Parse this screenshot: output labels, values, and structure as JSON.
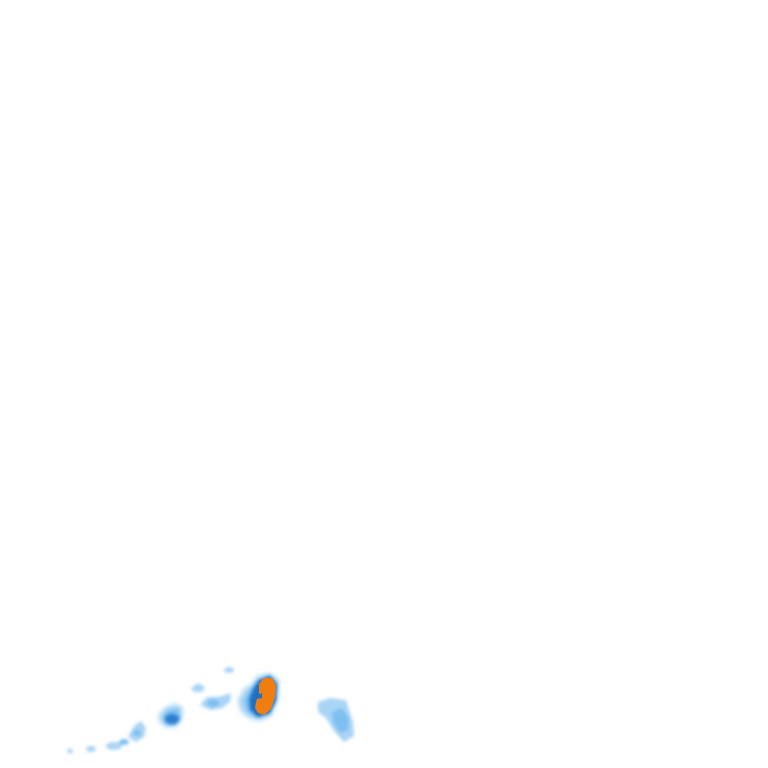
{
  "map": {
    "layer": "precipitation-radar",
    "background": "#ffffff",
    "palette": {
      "light": "#a9d4f5",
      "medium": "#7cc0f0",
      "heavy": "#3f8fdc",
      "very_heavy": "#1f6fc4",
      "extreme": "#f07d10",
      "extreme_edge": "#2a6cc0"
    },
    "cells": [
      {
        "name": "cell-tiny-west",
        "intensity": "light"
      },
      {
        "name": "cell-small-west",
        "intensity": "light"
      },
      {
        "name": "cell-southwest",
        "intensity": "medium"
      },
      {
        "name": "cell-west-core",
        "intensity": "very_heavy"
      },
      {
        "name": "cell-north-speck",
        "intensity": "light"
      },
      {
        "name": "cell-north-small",
        "intensity": "light"
      },
      {
        "name": "cell-central-west",
        "intensity": "medium"
      },
      {
        "name": "cell-central-storm",
        "intensity": "extreme"
      },
      {
        "name": "cell-east",
        "intensity": "medium"
      }
    ]
  }
}
